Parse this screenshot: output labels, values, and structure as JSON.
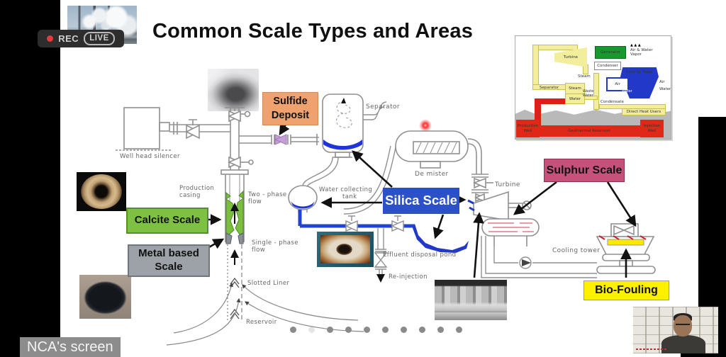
{
  "meeting": {
    "rec_label": "REC",
    "live_label": "LIVE",
    "screen_share_label": "NCA's screen"
  },
  "slide": {
    "title": "Common Scale Types and Areas",
    "pagination": {
      "count": 10,
      "faded_index": 1
    },
    "scale_labels": {
      "sulfide": {
        "line1": "Sulfide",
        "line2": "Deposit",
        "color": "#EFA26D"
      },
      "calcite": {
        "text": "Calcite Scale",
        "color": "#7EC142"
      },
      "metal": {
        "line1": "Metal based",
        "line2": "Scale",
        "color": "#9CA2A8"
      },
      "silica": {
        "text": "Silica Scale",
        "color": "#2B50C8",
        "text_color": "#FFFFFF"
      },
      "sulphur": {
        "text": "Sulphur Scale",
        "color": "#C6527B"
      },
      "biofouling": {
        "text": "Bio-Fouling",
        "color": "#FFF000"
      }
    },
    "diagram_labels": {
      "well_head_silencer": "Well head silencer",
      "separator": "Separator",
      "de_mister": "De mister",
      "production_casing_1": "Production",
      "production_casing_2": "casing",
      "two_phase_1": "Two - phase",
      "two_phase_2": "flow",
      "single_phase_1": "Single - phase",
      "single_phase_2": "flow",
      "water_tank_1": "Water collecting",
      "water_tank_2": "tank",
      "effluent_pond": "Effluent disposal pond",
      "reinjection": "Re-injection",
      "turbine": "Turbine",
      "cooling_tower": "Cooling tower",
      "slotted_liner": "Slotted Liner",
      "reservoir": "Reservoir"
    },
    "inset": {
      "turbine": "Turbine",
      "generator": "Generator",
      "condenser": "Condenser",
      "cooling_tower": "Cooling Tower",
      "vapor_arrows": "▲ ▲ ▲",
      "air_water_vapor_1": "Air & Water",
      "air_water_vapor_2": "Vapor",
      "steam_top": "Steam",
      "air_box": "Air",
      "air_right": "Air",
      "water_right": "Water",
      "water_in_tower": "Water",
      "separator": "Separator",
      "sep_steam": "Steam",
      "sep_water": "Water",
      "waste_water": "Waste Water",
      "condensate": "Condensate",
      "direct_heat_users": "Direct Heat Users",
      "production_well": "Production Well",
      "geothermal_reservoir": "Geothermal Reservoir",
      "injection_well": "Injection Well"
    },
    "colors": {
      "pipe_gray": "#909090",
      "water_blue": "#1F35D8",
      "laser_pointer_red": "#FF3030",
      "calcite_green": "#7CBF3F",
      "sulfide_purple": "#C79FD8"
    }
  }
}
